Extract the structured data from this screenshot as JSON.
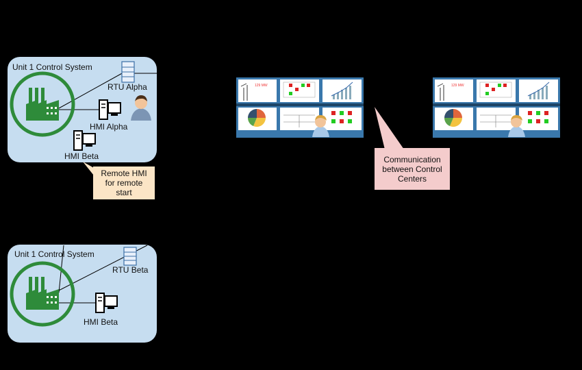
{
  "unit_a": {
    "title": "Unit 1 Control System",
    "rtu_label": "RTU Alpha",
    "hmi_label": "HMI Alpha",
    "hmi2_label": "HMI Beta"
  },
  "unit_b": {
    "title": "Unit 1 Control System",
    "rtu_label": "RTU Beta",
    "hmi_label": "HMI Beta"
  },
  "callout_remote": [
    "Remote HMI",
    "for remote",
    "start"
  ],
  "callout_comm": [
    "Communication",
    "between Control",
    "Centers"
  ],
  "control_centers": [
    {
      "power_readout": "129 MW"
    },
    {
      "power_readout": "129 MW"
    }
  ],
  "colors": {
    "background": "#000000",
    "unit_panel": "#c6ddf0",
    "factory_green": "#2e8b3a",
    "callout_remote": "#fbe5c6",
    "callout_comm": "#f4cccc",
    "monitor_frame": "#3a78ac",
    "screen_bg": "#ffffff"
  },
  "icons": [
    "factory-icon",
    "rtu-server-icon",
    "hmi-computer-icon",
    "operator-icon",
    "monitor-wall-icon"
  ]
}
